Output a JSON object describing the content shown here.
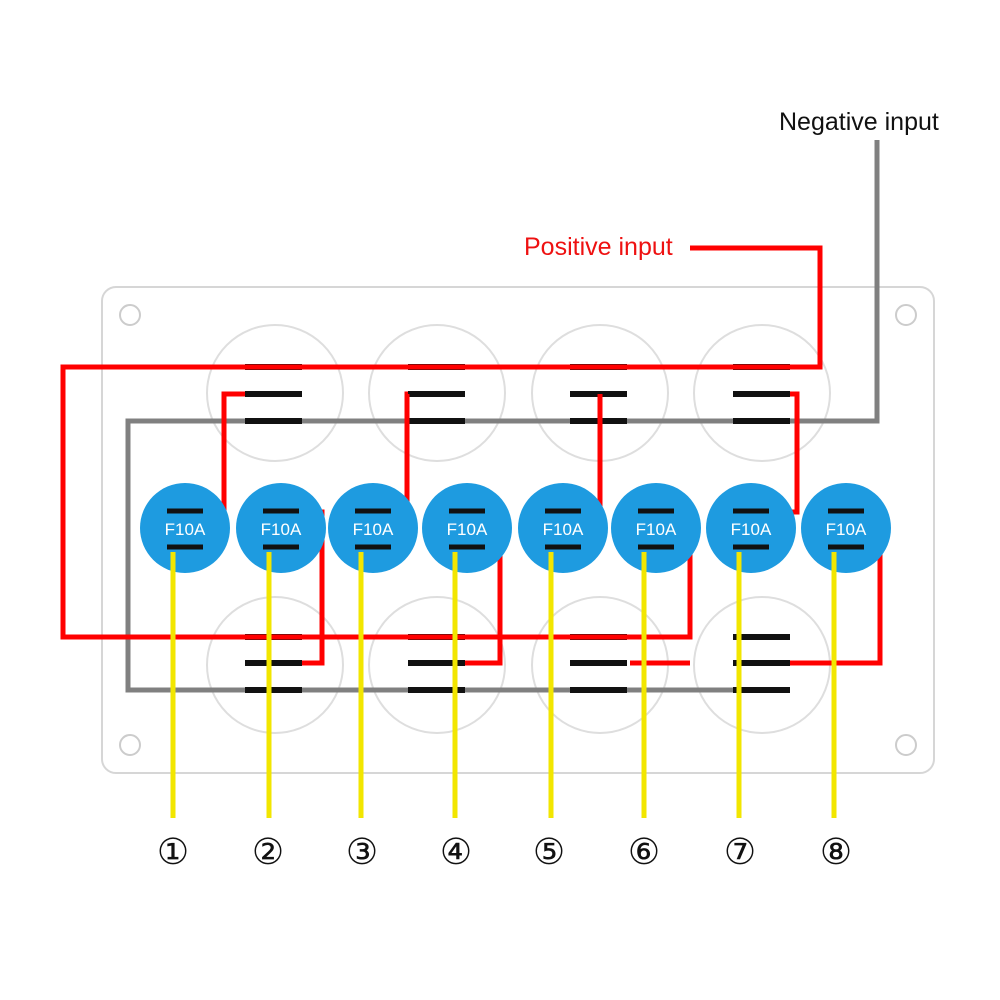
{
  "labels": {
    "negative_input": "Negative input",
    "positive_input": "Positive input"
  },
  "fuse_rating": "F10A",
  "outputs": [
    "①",
    "②",
    "③",
    "④",
    "⑤",
    "⑥",
    "⑦",
    "⑧"
  ],
  "colors": {
    "positive_wire": "#ff0000",
    "negative_wire": "#808080",
    "output_wire": "#f2e600",
    "fuse_body": "#1e9be0",
    "panel_outline": "#d6d6d6",
    "terminal": "#111111"
  }
}
